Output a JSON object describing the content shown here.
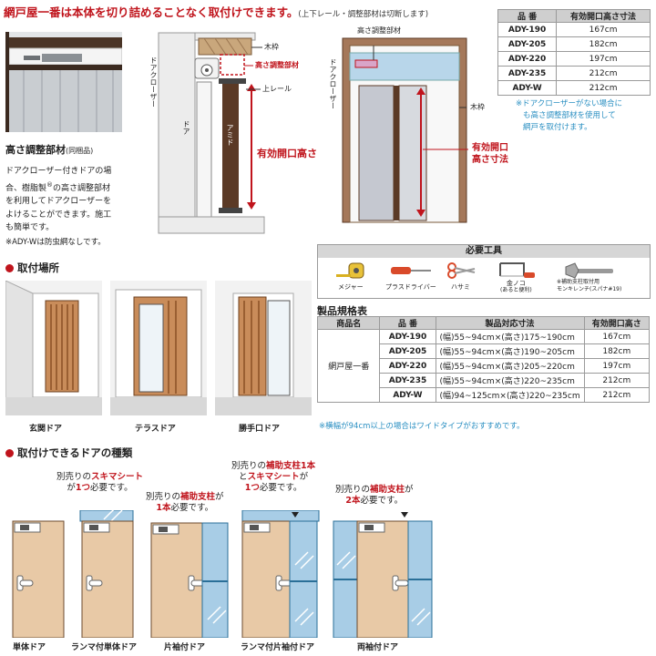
{
  "headline": {
    "main": "網戸屋一番は本体を切り詰めることなく取付けできます。",
    "note": "(上下レール・調整部材は切断します)"
  },
  "top_table": {
    "headers": [
      "品 番",
      "有効開口高さ寸法"
    ],
    "rows": [
      [
        "ADY-190",
        "167cm"
      ],
      [
        "ADY-205",
        "182cm"
      ],
      [
        "ADY-220",
        "197cm"
      ],
      [
        "ADY-235",
        "212cm"
      ],
      [
        "ADY-W",
        "212cm"
      ]
    ]
  },
  "adjust_part": {
    "title": "高さ調整部材",
    "title_note": "(同梱品)",
    "body": [
      "ドアクローザー付きドアの場",
      "合、樹脂製",
      "の高さ調整部材",
      "を利用してドアクローザーを",
      "よけることができます。施工",
      "も簡単です。"
    ],
    "registered_mark": "®",
    "footnote": "※ADY-Wは防虫網なしです。"
  },
  "diagram1": {
    "mokuwaku": "木枠",
    "takasa_label": "高さ調整部材",
    "closer_label": "ドアクローザー",
    "upper_rail": "上レール",
    "door": "ドア",
    "amido": "アミド",
    "opening": "有効開口高さ"
  },
  "diagram2": {
    "takasa_label": "高さ調整部材",
    "closer_label": "ドアクローザー",
    "mokuwaku": "木枠",
    "opening_line1": "有効開口",
    "opening_line2": "高さ寸法",
    "note": [
      "※ドアクローザーがない場合に",
      "も高さ調整部材を使用して",
      "網戸を取付けます。"
    ]
  },
  "tools": {
    "title": "必要工具",
    "items": [
      {
        "icon": "tape-measure-icon",
        "label": "メジャー"
      },
      {
        "icon": "screwdriver-icon",
        "label": "プラスドライバー"
      },
      {
        "icon": "scissors-icon",
        "label": "ハサミ"
      },
      {
        "icon": "saw-icon",
        "label": "金ノコ",
        "sub": "(あると便利)"
      },
      {
        "icon": "wrench-icon",
        "label": "※補助支柱取付用",
        "sub": "モンキレンチ(スパナ#19)"
      }
    ]
  },
  "spec": {
    "title": "製品規格表",
    "headers": [
      "商品名",
      "品 番",
      "製品対応寸法",
      "有効開口高さ"
    ],
    "product": "網戸屋一番",
    "rows": [
      [
        "ADY-190",
        "(幅)55~94cm×(高さ)175~190cm",
        "167cm"
      ],
      [
        "ADY-205",
        "(幅)55~94cm×(高さ)190~205cm",
        "182cm"
      ],
      [
        "ADY-220",
        "(幅)55~94cm×(高さ)205~220cm",
        "197cm"
      ],
      [
        "ADY-235",
        "(幅)55~94cm×(高さ)220~235cm",
        "212cm"
      ],
      [
        "ADY-W",
        "(幅)94~125cm×(高さ)220~235cm",
        "212cm"
      ]
    ],
    "note": "※横幅が94cm以上の場合はワイドタイプがおすすめです。"
  },
  "locations": {
    "title": "取付場所",
    "items": [
      "玄関ドア",
      "テラスドア",
      "勝手口ドア"
    ]
  },
  "door_types": {
    "title": "取付けできるドアの種類",
    "callouts": {
      "c1": {
        "pre": "別売りの",
        "red": "スキマシート",
        "line2_pre": "が",
        "line2_red": "1つ",
        "line2_post": "必要です。"
      },
      "c2": {
        "pre": "別売りの",
        "red": "補助支柱",
        "post": "が",
        "line2_red": "1本",
        "line2_post": "必要です。"
      },
      "c3": {
        "pre": "別売りの",
        "red": "補助支柱1本",
        "line2_pre": "と",
        "line2_red": "スキマシート",
        "line2_post": "が",
        "line3_red": "1つ",
        "line3_post": "必要です。"
      },
      "c4": {
        "pre": "別売りの",
        "red": "補助支柱",
        "post": "が",
        "line2_red": "2本",
        "line2_post": "必要です。"
      }
    },
    "labels": [
      "単体ドア",
      "ランマ付単体ドア",
      "片袖付ドア",
      "ランマ付片袖付ドア",
      "両袖付ドア"
    ]
  },
  "colors": {
    "accent": "#c0141c",
    "door": "#e8c9a6",
    "glass": "#a8cde6",
    "frame": "#5b3a26"
  }
}
